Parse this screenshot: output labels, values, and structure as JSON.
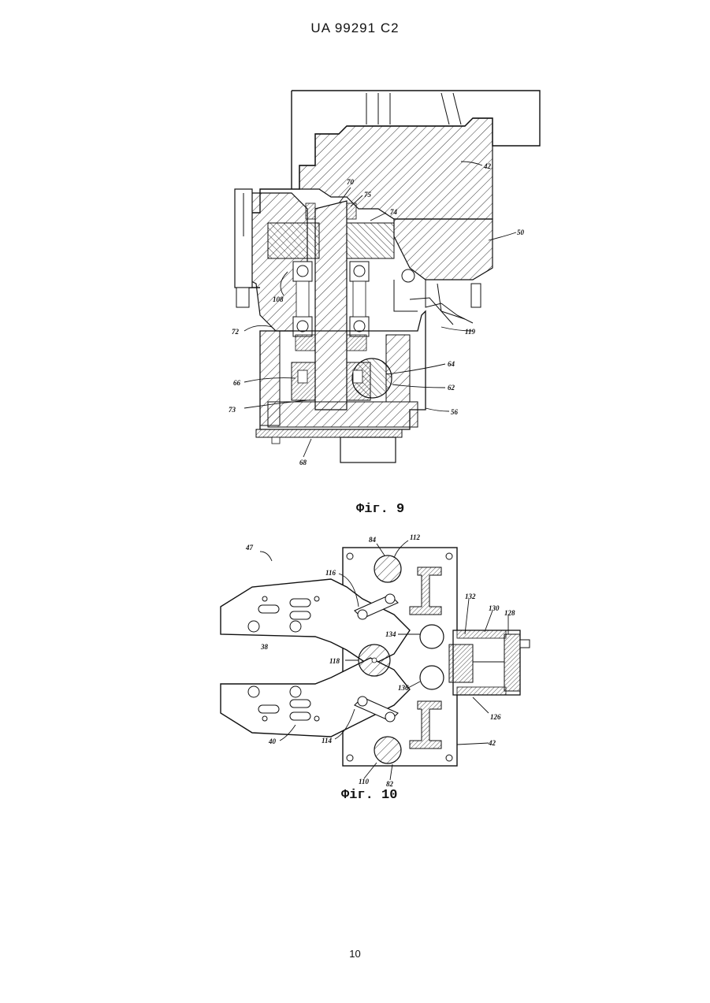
{
  "header": {
    "doc_id": "UA 99291 C2"
  },
  "page_number": "10",
  "figures": [
    {
      "caption": "Фіг. 9",
      "labels": [
        "42",
        "50",
        "70",
        "75",
        "74",
        "108",
        "72",
        "119",
        "64",
        "62",
        "66",
        "73",
        "56",
        "68"
      ]
    },
    {
      "caption": "Фіг. 10",
      "labels": [
        "47",
        "84",
        "112",
        "116",
        "132",
        "130",
        "128",
        "134",
        "38",
        "118",
        "136",
        "126",
        "40",
        "114",
        "42",
        "110",
        "82"
      ]
    }
  ]
}
